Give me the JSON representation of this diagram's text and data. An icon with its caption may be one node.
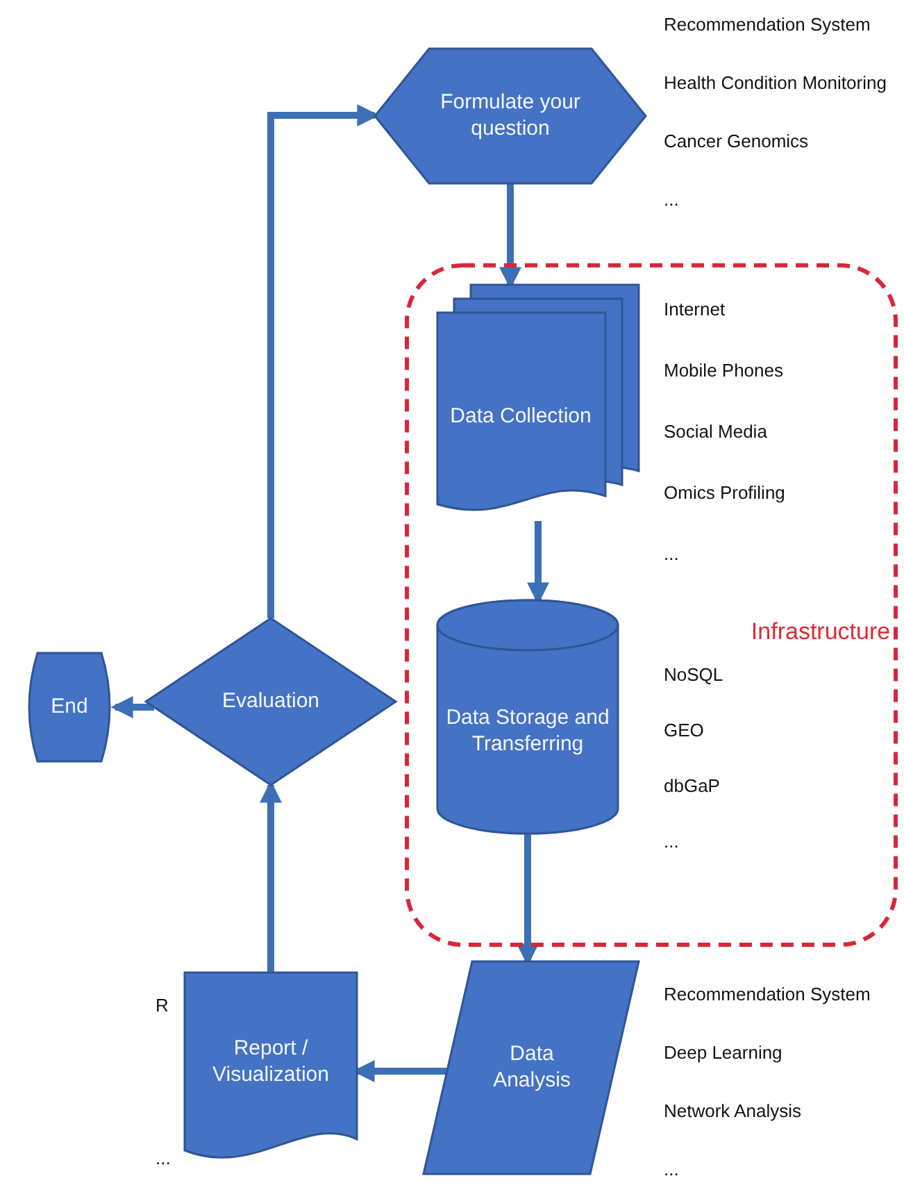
{
  "diagram": {
    "nodes": [
      {
        "text": [
          "Formulate your question"
        ],
        "beside": [
          "Recommendation System",
          "Health Condition Monitoring",
          "Cancer Genomics",
          "..."
        ]
      },
      {
        "text": [
          "Infrastructure"
        ]
      },
      {
        "text": [
          "Data Collection"
        ],
        "in": 1,
        "beside": [
          "Internet",
          "Mobile Phones",
          "Social Media",
          "Omics Profiling",
          "..."
        ]
      },
      {
        "text": [
          "Data Storage and Transferring"
        ],
        "in": 1,
        "beside": [
          "NoSQL",
          "GEO",
          "dbGaP",
          "..."
        ]
      },
      {
        "text": [
          "Data Analysis"
        ],
        "beside": [
          "Recommendation System",
          "Deep Learning",
          "Network Analysis",
          "..."
        ]
      },
      {
        "text": [
          "Report / Visualization"
        ],
        "beside": [
          "R",
          "..."
        ]
      },
      {
        "text": [
          "Evaluation"
        ]
      },
      {
        "text": [
          "End"
        ]
      }
    ],
    "edges": [
      {
        "from": 0,
        "to": 2,
        "arrow": "to"
      },
      {
        "from": 2,
        "to": 3,
        "arrow": "to"
      },
      {
        "from": 3,
        "to": 4,
        "arrow": "to"
      },
      {
        "from": 4,
        "to": 5,
        "arrow": "to"
      },
      {
        "from": 5,
        "to": 6,
        "arrow": "to"
      },
      {
        "from": 6,
        "to": 7,
        "arrow": "to"
      },
      {
        "from": 6,
        "to": 0,
        "arrow": "to"
      }
    ]
  }
}
